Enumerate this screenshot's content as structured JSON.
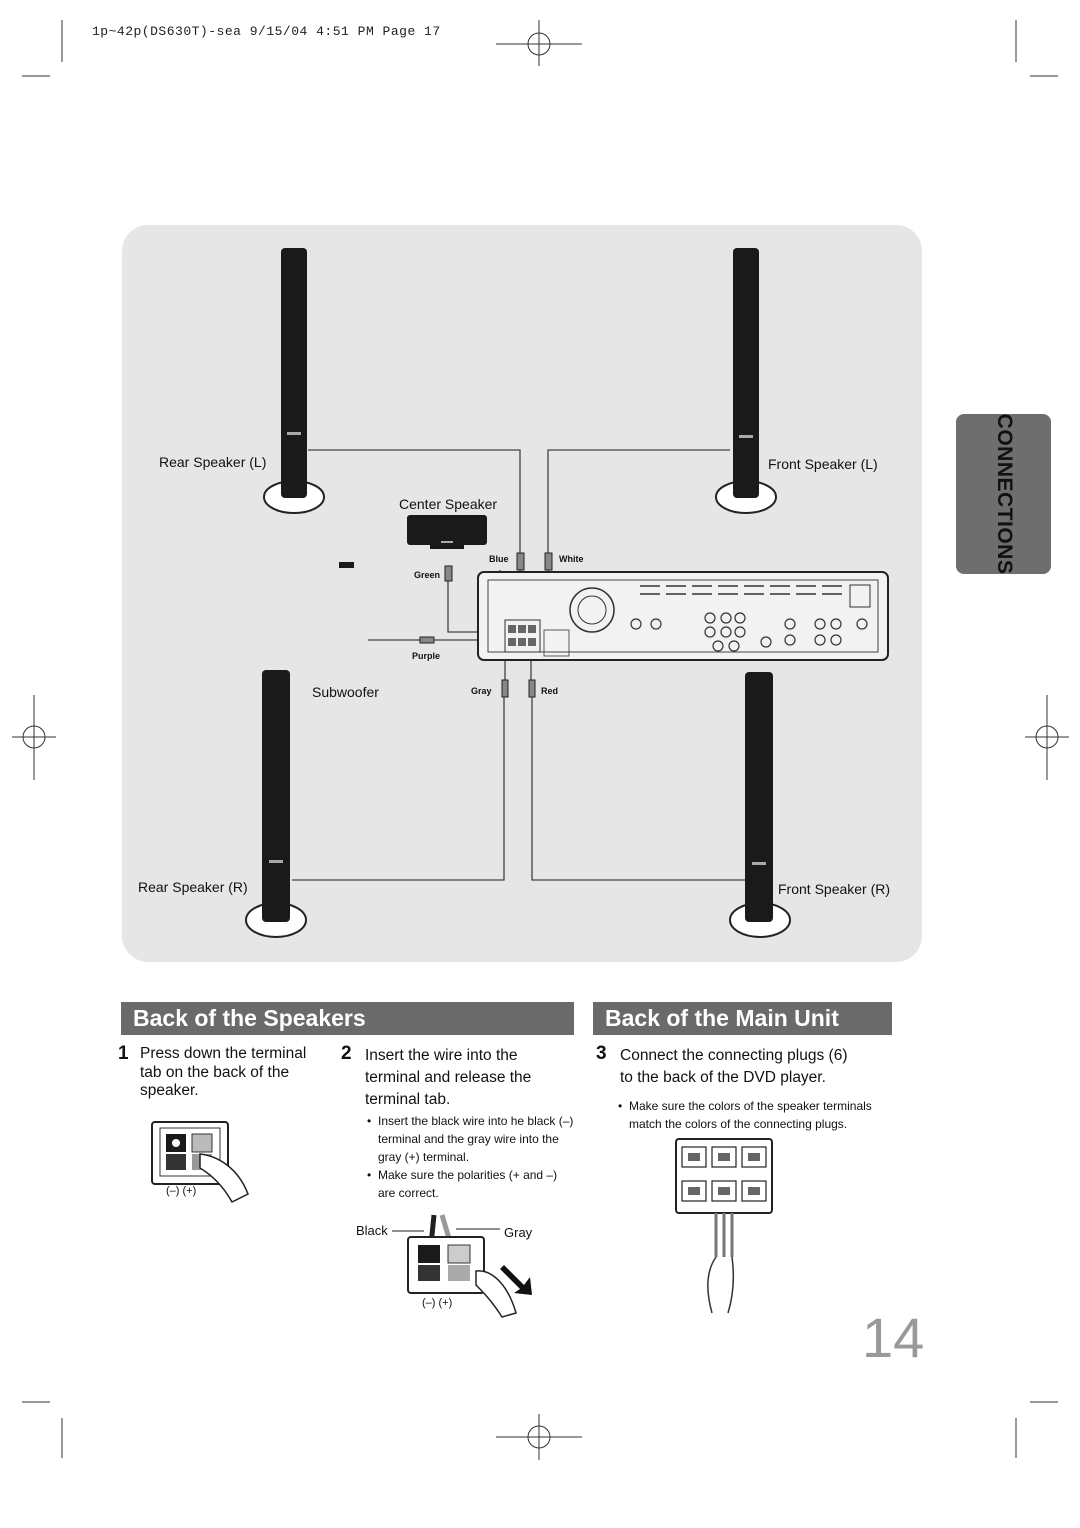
{
  "header": {
    "print_line": "1p~42p(DS630T)-sea   9/15/04  4:51 PM   Page 17"
  },
  "diagram": {
    "speakers": {
      "rear_left": "Rear Speaker (L)",
      "front_left": "Front Speaker (L)",
      "center": "Center Speaker",
      "subwoofer": "Subwoofer",
      "rear_right": "Rear Speaker (R)",
      "front_right": "Front Speaker (R)"
    },
    "wires": {
      "blue": "Blue",
      "white": "White",
      "green": "Green",
      "purple": "Purple",
      "gray": "Gray",
      "red": "Red"
    }
  },
  "side_tab": {
    "label": "CONNECTIONS"
  },
  "sections": {
    "speakers_title": "Back of the Speakers",
    "main_unit_title": "Back of the Main Unit"
  },
  "steps": [
    {
      "num": "1",
      "lines": [
        "Press down the terminal",
        "tab on the back of the",
        "speaker."
      ]
    },
    {
      "num": "2",
      "lines": [
        "Insert the wire into the",
        "terminal and release the",
        "terminal tab."
      ]
    },
    {
      "num": "3",
      "lines": [
        "Connect the connecting plugs (6)",
        "to the back of the DVD player."
      ]
    }
  ],
  "notes": {
    "step2": [
      [
        "Insert the black wire into he black (–)",
        "terminal and the gray wire into the",
        "gray (+) terminal."
      ],
      [
        "Make sure the polarities (+ and –)",
        "are correct."
      ]
    ],
    "step3": [
      [
        "Make sure the colors of the speaker terminals",
        "match the colors of the connecting plugs."
      ]
    ]
  },
  "terminal_labels": {
    "polarity": "(–) (+)",
    "black": "Black",
    "gray": "Gray"
  },
  "page_number": "14"
}
